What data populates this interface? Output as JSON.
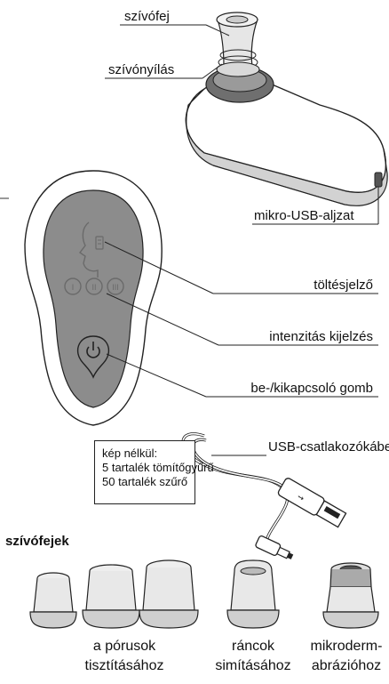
{
  "device_top_callouts": {
    "head": "szívófej",
    "opening": "szívónyílás",
    "usb_port": "mikro-USB-aljzat"
  },
  "panel_callouts": {
    "charge": "töltésjelző",
    "intensity": "intenzitás kijelzés",
    "power": "be-/kikapcsoló gomb"
  },
  "intensity_levels": [
    "I",
    "II",
    "III"
  ],
  "cable_label": "USB-csatlakozókábel",
  "note": {
    "line1": "kép nélkül:",
    "line2": "5 tartalék tömítőgyűrű",
    "line3": "50 tartalék szűrő"
  },
  "heads_section": {
    "title": "szívófejek",
    "caption_pores_1": "a pórusok",
    "caption_pores_2": "tisztításához",
    "caption_wrinkles_1": "ráncok",
    "caption_wrinkles_2": "simításához",
    "caption_micro_1": "mikroderm-",
    "caption_micro_2": "abrázióhoz"
  },
  "colors": {
    "panel_gray": "#8c8c8c",
    "body_gray": "#c8c8c8",
    "dark_ring": "#6f6f6f",
    "line": "#222222"
  }
}
